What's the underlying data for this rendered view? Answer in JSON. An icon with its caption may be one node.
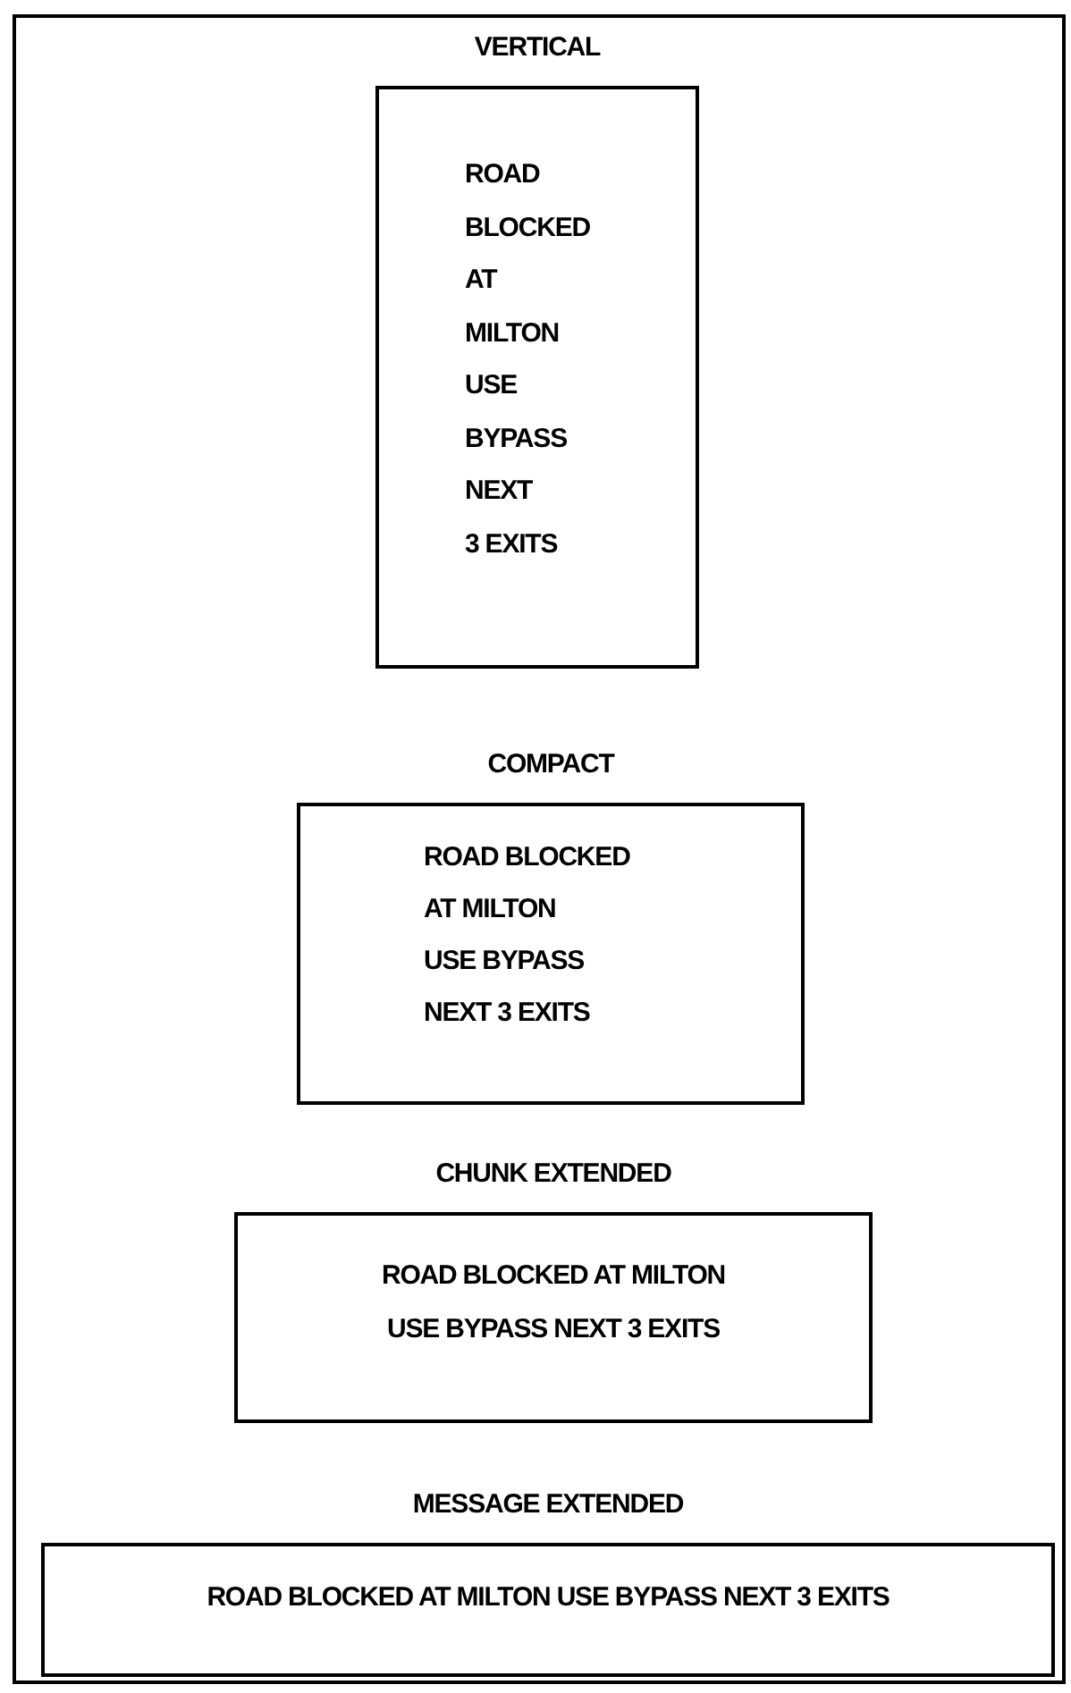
{
  "diagram": {
    "nodes": [
      {
        "text": [
          "VERTICAL",
          "ROAD",
          "BLOCKED",
          "AT",
          "MILTON",
          "USE",
          "BYPASS",
          "NEXT",
          "3 EXITS"
        ]
      },
      {
        "text": [
          "COMPACT",
          "ROAD BLOCKED",
          "AT MILTON",
          "USE BYPASS",
          "NEXT 3 EXITS"
        ]
      },
      {
        "text": [
          "CHUNK EXTENDED",
          "ROAD BLOCKED AT MILTON",
          "USE BYPASS NEXT 3 EXITS"
        ]
      },
      {
        "text": [
          "MESSAGE EXTENDED",
          "ROAD BLOCKED AT MILTON USE BYPASS NEXT 3 EXITS"
        ]
      }
    ]
  }
}
